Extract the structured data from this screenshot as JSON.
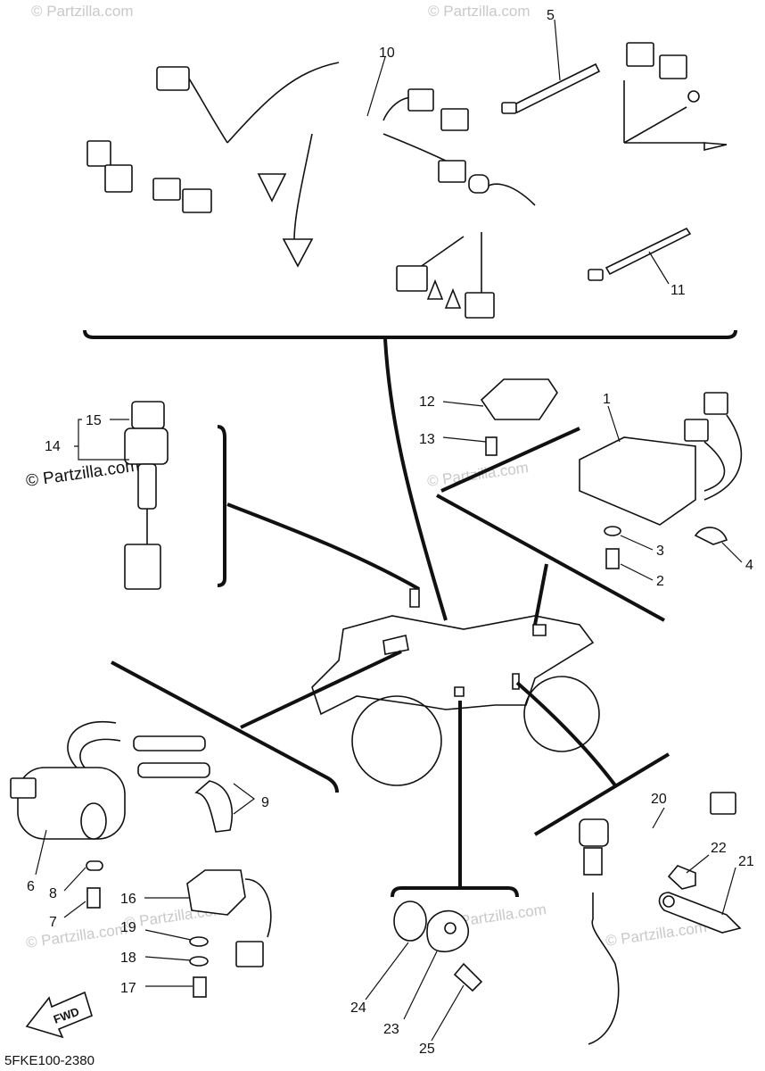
{
  "reference_code": "5FKE100-2380",
  "watermarks": {
    "top_left": "© Partzilla.com",
    "top_center": "© Partzilla.com",
    "left_dark": "© Partzilla.com",
    "mid_right": "© Partzilla.com",
    "bottom_left": "© Partzilla.com",
    "bottom_mid_left": "© Partzilla.com",
    "bottom_center": "© Partzilla.com",
    "bottom_right": "© Partzilla.com"
  },
  "fwd_label": "FWD",
  "callouts": {
    "c1": "1",
    "c2": "2",
    "c3": "3",
    "c4": "4",
    "c5": "5",
    "c6": "6",
    "c7": "7",
    "c8": "8",
    "c9": "9",
    "c10": "10",
    "c11": "11",
    "c12": "12",
    "c13": "13",
    "c14": "14",
    "c15": "15",
    "c16": "16",
    "c17": "17",
    "c18": "18",
    "c19": "19",
    "c20": "20",
    "c21": "21",
    "c22": "22",
    "c23": "23",
    "c24": "24",
    "c25": "25"
  }
}
